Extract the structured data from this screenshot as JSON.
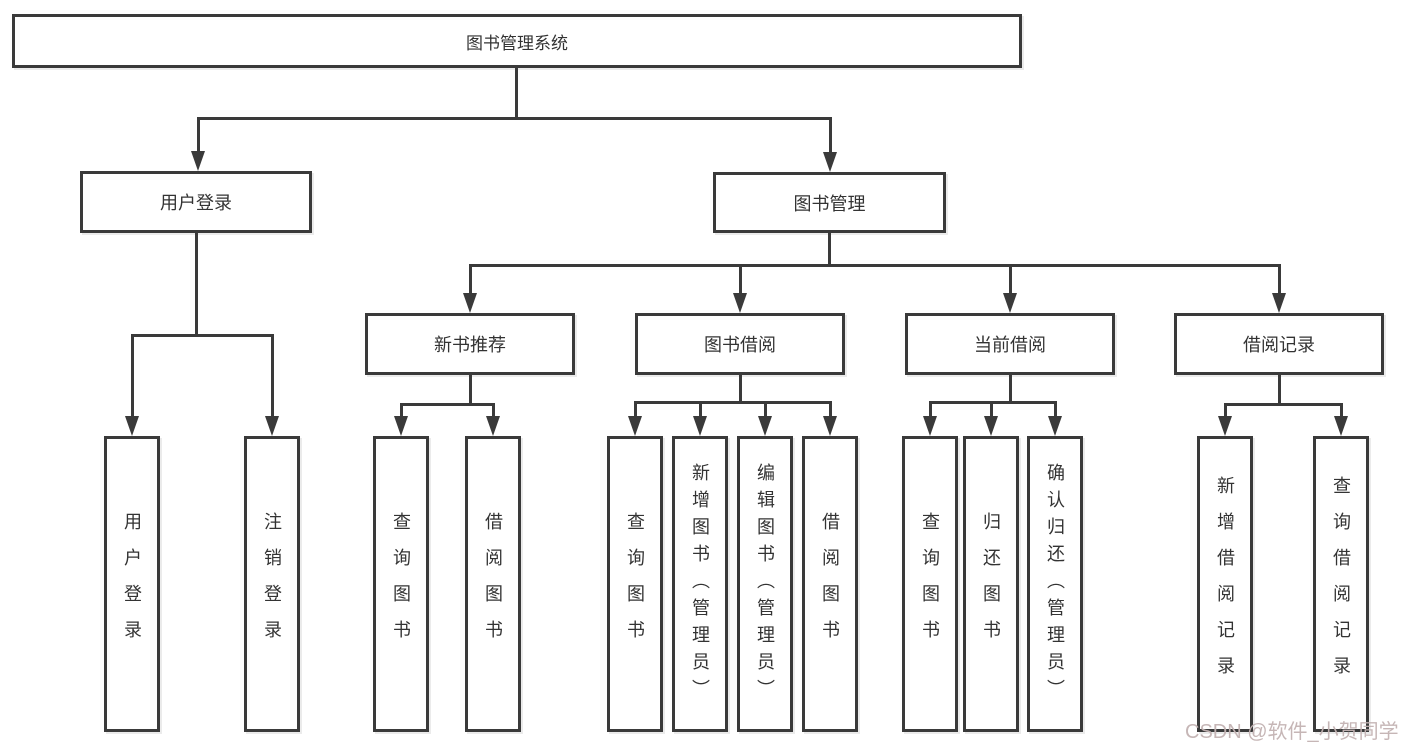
{
  "colors": {
    "line": "#3a3a3a",
    "text": "#333333",
    "box_background": "#ffffff",
    "page_background": "#ffffff",
    "watermark": "#c3b3b3"
  },
  "watermark": {
    "text": "CSDN @软件_小贺同学"
  },
  "tree": {
    "root": "图书管理系统",
    "branches": [
      {
        "label": "用户登录",
        "children": [
          "用户登录",
          "注销登录"
        ]
      },
      {
        "label": "图书管理",
        "groups": [
          {
            "label": "新书推荐",
            "children": [
              "查询图书",
              "借阅图书"
            ]
          },
          {
            "label": "图书借阅",
            "children": [
              "查询图书",
              "新增图书（管理员）",
              "编辑图书（管理员）",
              "借阅图书"
            ]
          },
          {
            "label": "当前借阅",
            "children": [
              "查询图书",
              "归还图书",
              "确认归还（管理员）"
            ]
          },
          {
            "label": "借阅记录",
            "children": [
              "新增借阅记录",
              "查询借阅记录"
            ]
          }
        ]
      }
    ]
  }
}
